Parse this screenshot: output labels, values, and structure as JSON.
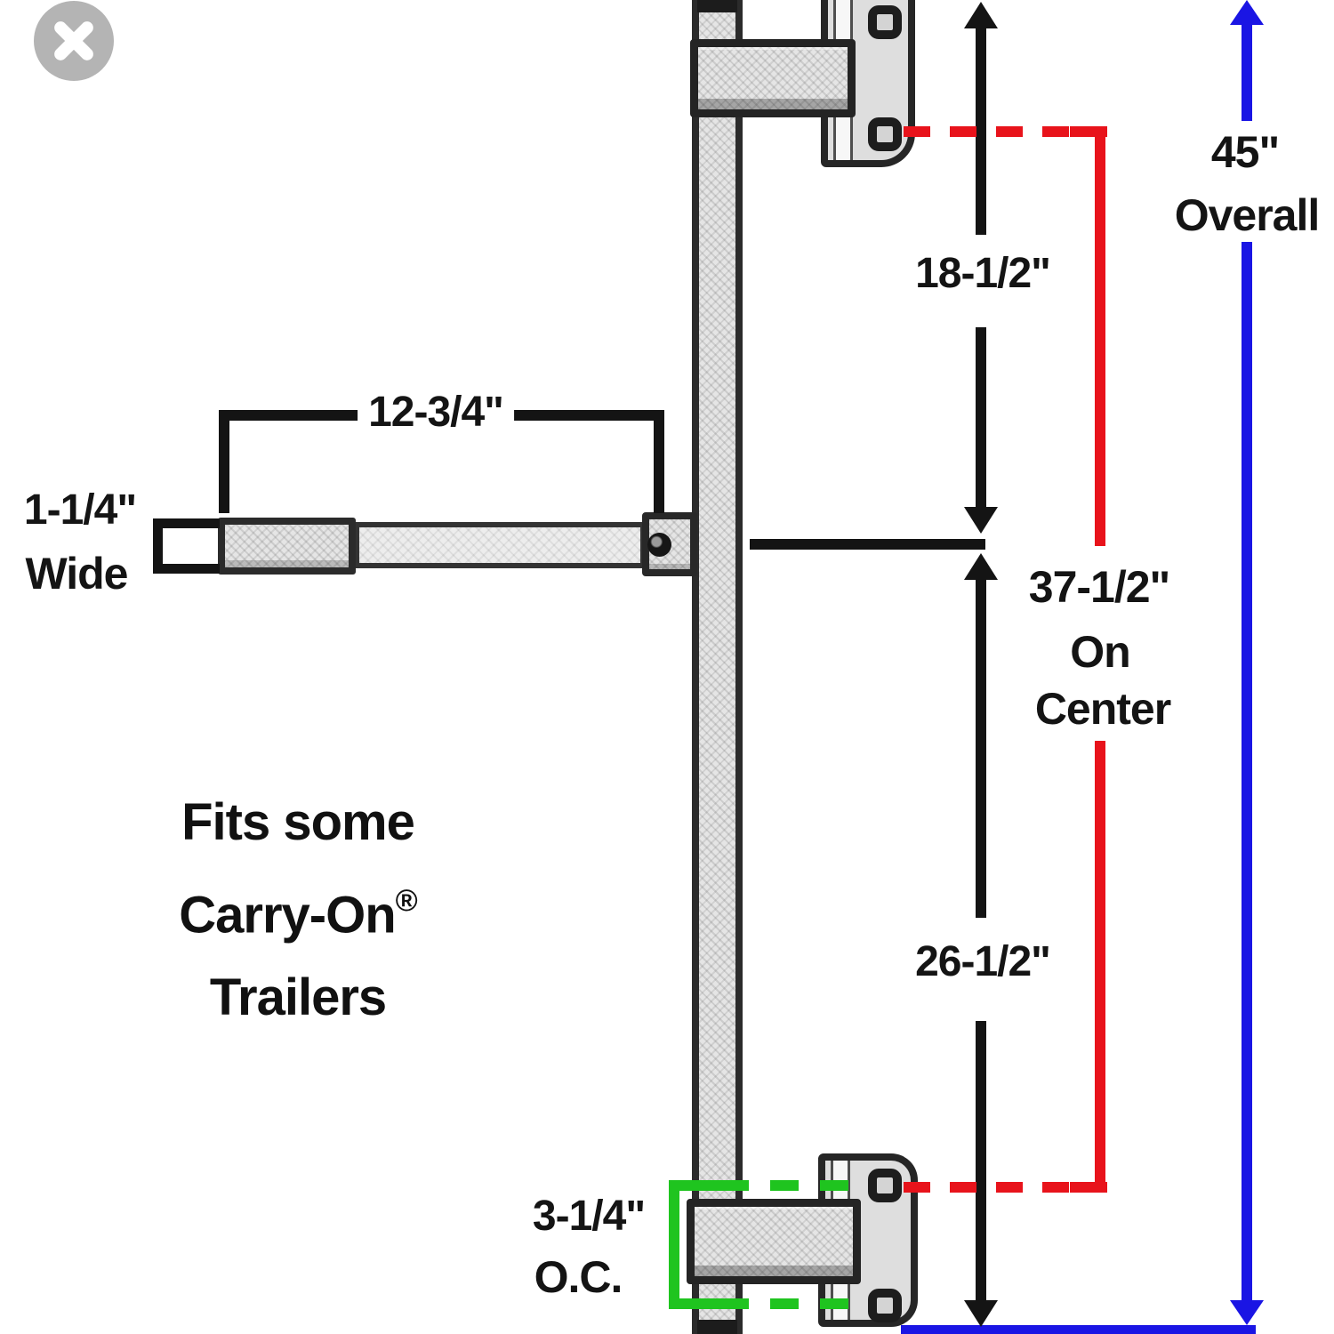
{
  "colors": {
    "black": "#141414",
    "red": "#e8131b",
    "green": "#1fc41f",
    "blue": "#1a15e4",
    "close_gray": "#b4b4b4",
    "metal_fill": "#e5e5e5",
    "edge": "#2b2b2b"
  },
  "icons": {
    "close": "circle-x"
  },
  "dimensions": {
    "handle_length": {
      "label": "12-3/4\""
    },
    "handle_width": {
      "line1": "1-1/4\"",
      "line2": "Wide"
    },
    "top_segment": {
      "label": "18-1/2\""
    },
    "bottom_segment": {
      "label": "26-1/2\""
    },
    "overall": {
      "line1": "45\"",
      "line2": "Overall"
    },
    "on_center": {
      "line1": "37-1/2\"",
      "line2": "On",
      "line3": "Center"
    },
    "hinge_spacing": {
      "line1": "3-1/4\"",
      "line2": "O.C."
    }
  },
  "caption": {
    "line1": "Fits some",
    "brand": "Carry-On",
    "registered": "®",
    "line3": "Trailers"
  }
}
